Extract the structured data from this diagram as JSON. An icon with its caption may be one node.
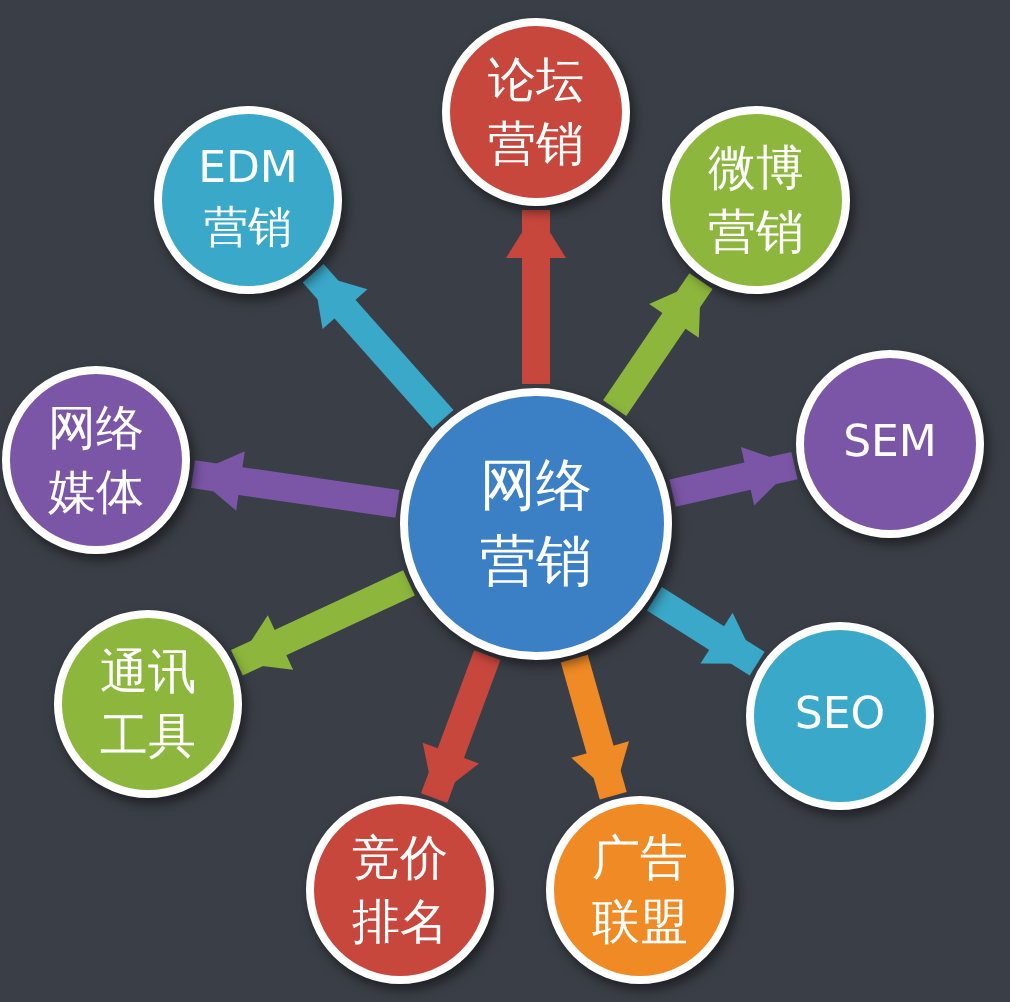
{
  "diagram": {
    "nodes": [
      {
        "text": [
          "网络营销"
        ]
      },
      {
        "text": [
          "论坛营销"
        ]
      },
      {
        "text": [
          "微博营销"
        ]
      },
      {
        "text": [
          "SEM"
        ]
      },
      {
        "text": [
          "SEO"
        ]
      },
      {
        "text": [
          "广告联盟"
        ]
      },
      {
        "text": [
          "竞价排名"
        ]
      },
      {
        "text": [
          "通讯工具"
        ]
      },
      {
        "text": [
          "网络媒体"
        ]
      },
      {
        "text": [
          "EDM营销"
        ]
      }
    ],
    "edges": [
      {
        "from": 0,
        "to": 1,
        "arrow": "to",
        "color": "#c8473d"
      },
      {
        "from": 0,
        "to": 2,
        "arrow": "to",
        "color": "#8cb63c"
      },
      {
        "from": 0,
        "to": 3,
        "arrow": "to",
        "color": "#7b56a6"
      },
      {
        "from": 0,
        "to": 4,
        "arrow": "to",
        "color": "#3aa8c8"
      },
      {
        "from": 0,
        "to": 5,
        "arrow": "to",
        "color": "#f08a24"
      },
      {
        "from": 0,
        "to": 6,
        "arrow": "to",
        "color": "#c8473d"
      },
      {
        "from": 0,
        "to": 7,
        "arrow": "to",
        "color": "#8cb63c"
      },
      {
        "from": 0,
        "to": 8,
        "arrow": "to",
        "color": "#7b56a6"
      },
      {
        "from": 0,
        "to": 9,
        "arrow": "to",
        "color": "#3aa8c8"
      }
    ]
  }
}
